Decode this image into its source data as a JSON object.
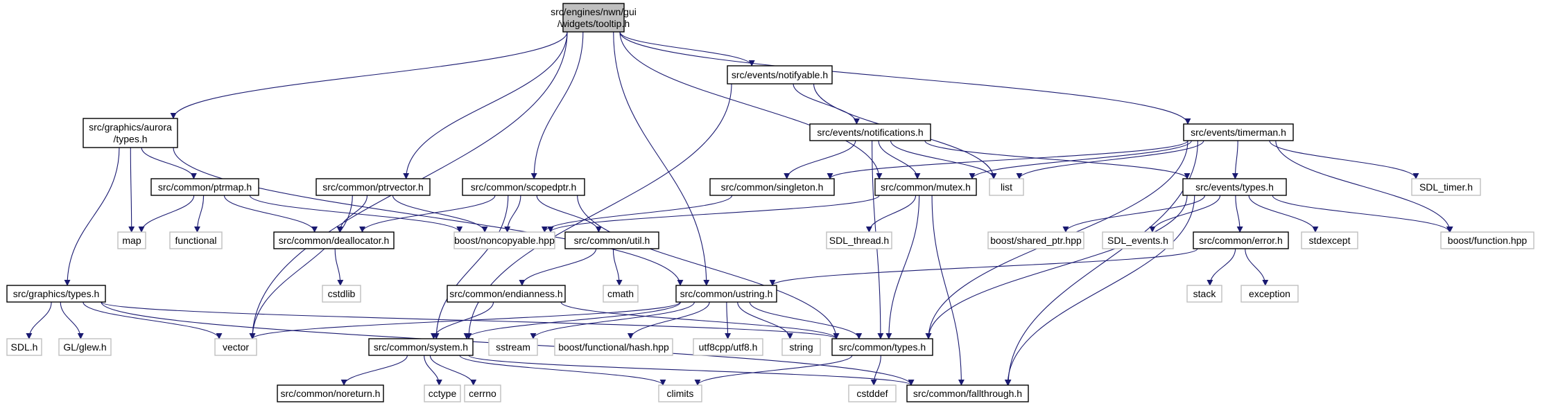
{
  "colors": {
    "edge": "#191970",
    "box_border": "#000000",
    "ext_border": "#bfbfbf",
    "root_fill": "#bfbfbf",
    "node_fill": "#ffffff",
    "text": "#000000",
    "ext_text": "#000000"
  },
  "nodes": {
    "root": {
      "lines": [
        "src/engines/nwn/gui",
        "/widgets/tooltip.h"
      ],
      "kind": "root"
    },
    "notifyable": {
      "lines": [
        "src/events/notifyable.h"
      ],
      "kind": "box"
    },
    "aurora_types": {
      "lines": [
        "src/graphics/aurora",
        "/types.h"
      ],
      "kind": "box"
    },
    "notifications": {
      "lines": [
        "src/events/notifications.h"
      ],
      "kind": "box"
    },
    "timerman": {
      "lines": [
        "src/events/timerman.h"
      ],
      "kind": "box"
    },
    "ptrmap": {
      "lines": [
        "src/common/ptrmap.h"
      ],
      "kind": "box"
    },
    "ptrvector": {
      "lines": [
        "src/common/ptrvector.h"
      ],
      "kind": "box"
    },
    "scopedptr": {
      "lines": [
        "src/common/scopedptr.h"
      ],
      "kind": "box"
    },
    "singleton": {
      "lines": [
        "src/common/singleton.h"
      ],
      "kind": "box"
    },
    "mutex": {
      "lines": [
        "src/common/mutex.h"
      ],
      "kind": "box"
    },
    "list": {
      "lines": [
        "list"
      ],
      "kind": "ext"
    },
    "events_types": {
      "lines": [
        "src/events/types.h"
      ],
      "kind": "box"
    },
    "sdl_timer": {
      "lines": [
        "SDL_timer.h"
      ],
      "kind": "ext"
    },
    "map": {
      "lines": [
        "map"
      ],
      "kind": "ext"
    },
    "functional": {
      "lines": [
        "functional"
      ],
      "kind": "ext"
    },
    "deallocator": {
      "lines": [
        "src/common/deallocator.h"
      ],
      "kind": "box"
    },
    "noncopyable": {
      "lines": [
        "boost/noncopyable.hpp"
      ],
      "kind": "ext"
    },
    "util": {
      "lines": [
        "src/common/util.h"
      ],
      "kind": "box"
    },
    "sdl_thread": {
      "lines": [
        "SDL_thread.h"
      ],
      "kind": "ext"
    },
    "shared_ptr": {
      "lines": [
        "boost/shared_ptr.hpp"
      ],
      "kind": "ext"
    },
    "sdl_events": {
      "lines": [
        "SDL_events.h"
      ],
      "kind": "ext"
    },
    "error": {
      "lines": [
        "src/common/error.h"
      ],
      "kind": "box"
    },
    "stdexcept": {
      "lines": [
        "stdexcept"
      ],
      "kind": "ext"
    },
    "boost_function": {
      "lines": [
        "boost/function.hpp"
      ],
      "kind": "ext"
    },
    "cstdlib": {
      "lines": [
        "cstdlib"
      ],
      "kind": "ext"
    },
    "graphics_types": {
      "lines": [
        "src/graphics/types.h"
      ],
      "kind": "box"
    },
    "endianness": {
      "lines": [
        "src/common/endianness.h"
      ],
      "kind": "box"
    },
    "cmath": {
      "lines": [
        "cmath"
      ],
      "kind": "ext"
    },
    "ustring": {
      "lines": [
        "src/common/ustring.h"
      ],
      "kind": "box"
    },
    "stack": {
      "lines": [
        "stack"
      ],
      "kind": "ext"
    },
    "exception": {
      "lines": [
        "exception"
      ],
      "kind": "ext"
    },
    "sdl_h": {
      "lines": [
        "SDL.h"
      ],
      "kind": "ext"
    },
    "glew": {
      "lines": [
        "GL/glew.h"
      ],
      "kind": "ext"
    },
    "vector": {
      "lines": [
        "vector"
      ],
      "kind": "ext"
    },
    "system": {
      "lines": [
        "src/common/system.h"
      ],
      "kind": "box"
    },
    "sstream": {
      "lines": [
        "sstream"
      ],
      "kind": "ext"
    },
    "functional_hash": {
      "lines": [
        "boost/functional/hash.hpp"
      ],
      "kind": "ext"
    },
    "utf8": {
      "lines": [
        "utf8cpp/utf8.h"
      ],
      "kind": "ext"
    },
    "string": {
      "lines": [
        "string"
      ],
      "kind": "ext"
    },
    "common_types": {
      "lines": [
        "src/common/types.h"
      ],
      "kind": "box"
    },
    "noreturn": {
      "lines": [
        "src/common/noreturn.h"
      ],
      "kind": "box"
    },
    "cctype": {
      "lines": [
        "cctype"
      ],
      "kind": "ext"
    },
    "cerrno": {
      "lines": [
        "cerrno"
      ],
      "kind": "ext"
    },
    "climits": {
      "lines": [
        "climits"
      ],
      "kind": "ext"
    },
    "cstddef": {
      "lines": [
        "cstddef"
      ],
      "kind": "ext"
    },
    "fallthrough": {
      "lines": [
        "src/common/fallthrough.h"
      ],
      "kind": "box"
    }
  },
  "edges": [
    [
      "root",
      "notifyable"
    ],
    [
      "root",
      "aurora_types"
    ],
    [
      "root",
      "ptrvector"
    ],
    [
      "root",
      "scopedptr"
    ],
    [
      "root",
      "mutex"
    ],
    [
      "root",
      "timerman"
    ],
    [
      "root",
      "ustring"
    ],
    [
      "root",
      "vector"
    ],
    [
      "notifyable",
      "notifications"
    ],
    [
      "notifyable",
      "list"
    ],
    [
      "notifyable",
      "system"
    ],
    [
      "notifications",
      "singleton"
    ],
    [
      "notifications",
      "mutex"
    ],
    [
      "notifications",
      "list"
    ],
    [
      "notifications",
      "events_types"
    ],
    [
      "notifications",
      "common_types"
    ],
    [
      "timerman",
      "singleton"
    ],
    [
      "timerman",
      "mutex"
    ],
    [
      "timerman",
      "list"
    ],
    [
      "timerman",
      "events_types"
    ],
    [
      "timerman",
      "sdl_timer"
    ],
    [
      "timerman",
      "boost_function"
    ],
    [
      "timerman",
      "common_types"
    ],
    [
      "timerman",
      "fallthrough"
    ],
    [
      "aurora_types",
      "ptrmap"
    ],
    [
      "aurora_types",
      "map"
    ],
    [
      "aurora_types",
      "graphics_types"
    ],
    [
      "aurora_types",
      "ustring"
    ],
    [
      "ptrmap",
      "map"
    ],
    [
      "ptrmap",
      "functional"
    ],
    [
      "ptrmap",
      "deallocator"
    ],
    [
      "ptrmap",
      "noncopyable"
    ],
    [
      "ptrvector",
      "deallocator"
    ],
    [
      "ptrvector",
      "noncopyable"
    ],
    [
      "ptrvector",
      "vector"
    ],
    [
      "scopedptr",
      "deallocator"
    ],
    [
      "scopedptr",
      "noncopyable"
    ],
    [
      "scopedptr",
      "util"
    ],
    [
      "scopedptr",
      "system"
    ],
    [
      "scopedptr",
      "common_types"
    ],
    [
      "singleton",
      "noncopyable"
    ],
    [
      "mutex",
      "noncopyable"
    ],
    [
      "mutex",
      "sdl_thread"
    ],
    [
      "mutex",
      "common_types"
    ],
    [
      "mutex",
      "fallthrough"
    ],
    [
      "events_types",
      "shared_ptr"
    ],
    [
      "events_types",
      "sdl_events"
    ],
    [
      "events_types",
      "error"
    ],
    [
      "events_types",
      "stdexcept"
    ],
    [
      "events_types",
      "boost_function"
    ],
    [
      "events_types",
      "common_types"
    ],
    [
      "events_types",
      "fallthrough"
    ],
    [
      "deallocator",
      "cstdlib"
    ],
    [
      "util",
      "endianness"
    ],
    [
      "util",
      "cmath"
    ],
    [
      "error",
      "ustring"
    ],
    [
      "error",
      "stack"
    ],
    [
      "error",
      "exception"
    ],
    [
      "graphics_types",
      "sdl_h"
    ],
    [
      "graphics_types",
      "glew"
    ],
    [
      "graphics_types",
      "vector"
    ],
    [
      "graphics_types",
      "common_types"
    ],
    [
      "graphics_types",
      "fallthrough"
    ],
    [
      "endianness",
      "system"
    ],
    [
      "endianness",
      "common_types"
    ],
    [
      "ustring",
      "vector"
    ],
    [
      "ustring",
      "system"
    ],
    [
      "ustring",
      "sstream"
    ],
    [
      "ustring",
      "functional_hash"
    ],
    [
      "ustring",
      "utf8"
    ],
    [
      "ustring",
      "string"
    ],
    [
      "ustring",
      "common_types"
    ],
    [
      "system",
      "noreturn"
    ],
    [
      "system",
      "cctype"
    ],
    [
      "system",
      "cerrno"
    ],
    [
      "system",
      "climits"
    ],
    [
      "system",
      "fallthrough"
    ],
    [
      "common_types",
      "climits"
    ],
    [
      "common_types",
      "cstddef"
    ]
  ]
}
